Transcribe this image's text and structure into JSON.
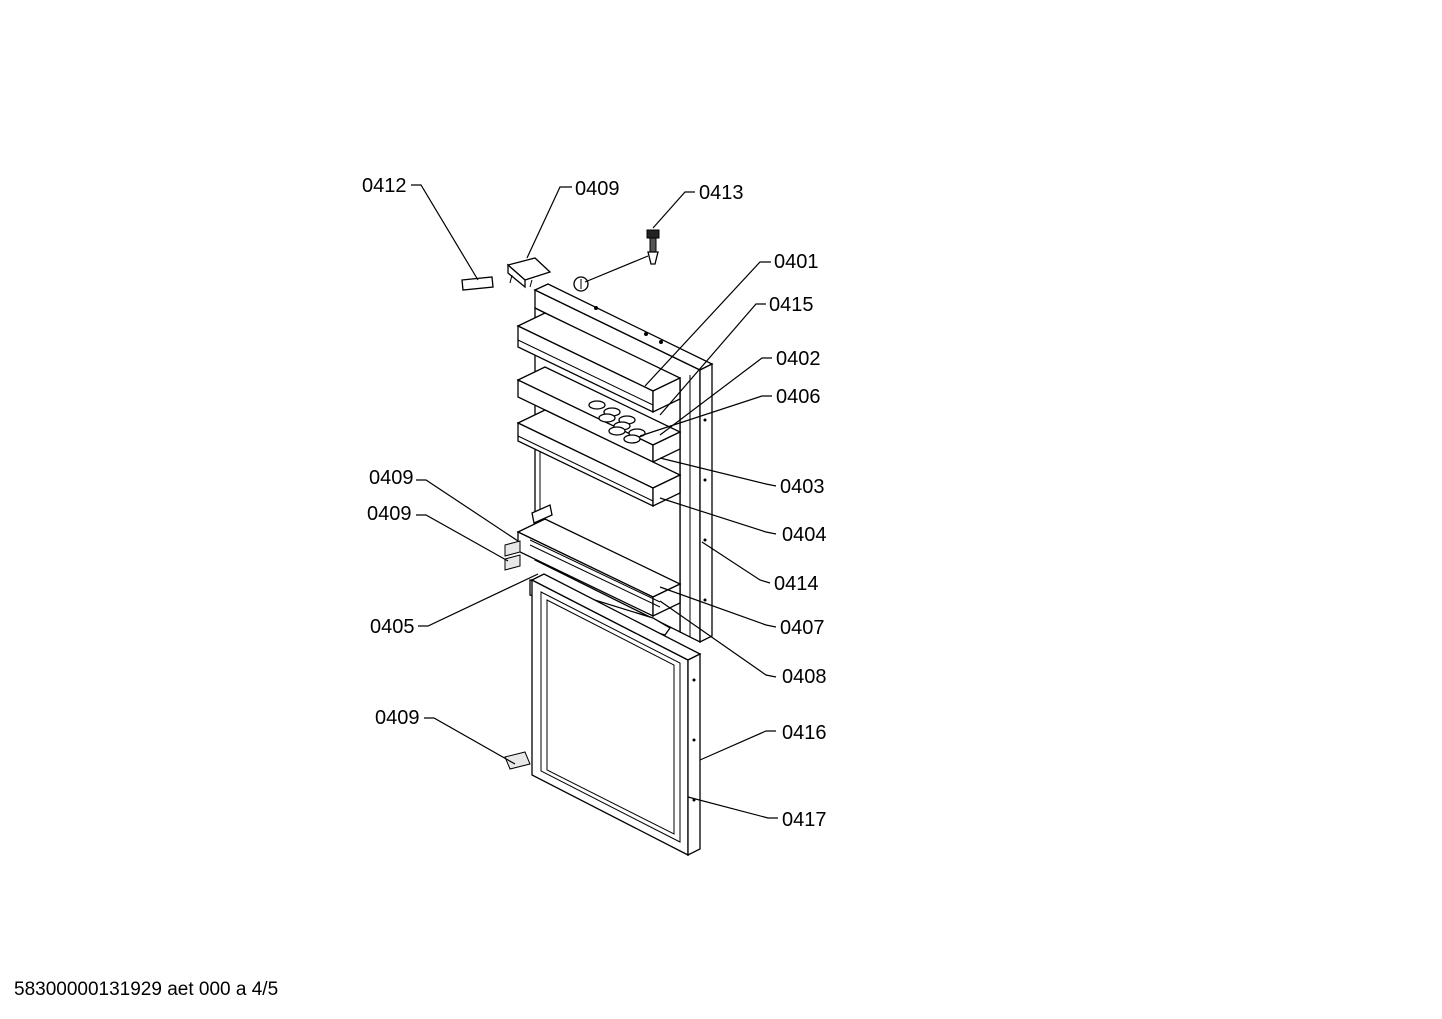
{
  "callouts": {
    "c0412": "0412",
    "c0409_top": "0409",
    "c0413": "0413",
    "c0401": "0401",
    "c0415": "0415",
    "c0402": "0402",
    "c0406": "0406",
    "c0403": "0403",
    "c0404": "0404",
    "c0409_mid1": "0409",
    "c0409_mid2": "0409",
    "c0414": "0414",
    "c0405": "0405",
    "c0407": "0407",
    "c0408": "0408",
    "c0409_low": "0409",
    "c0416": "0416",
    "c0417": "0417"
  },
  "footer": {
    "doc_id": "58300000131929 aet 000 a 4/5"
  }
}
